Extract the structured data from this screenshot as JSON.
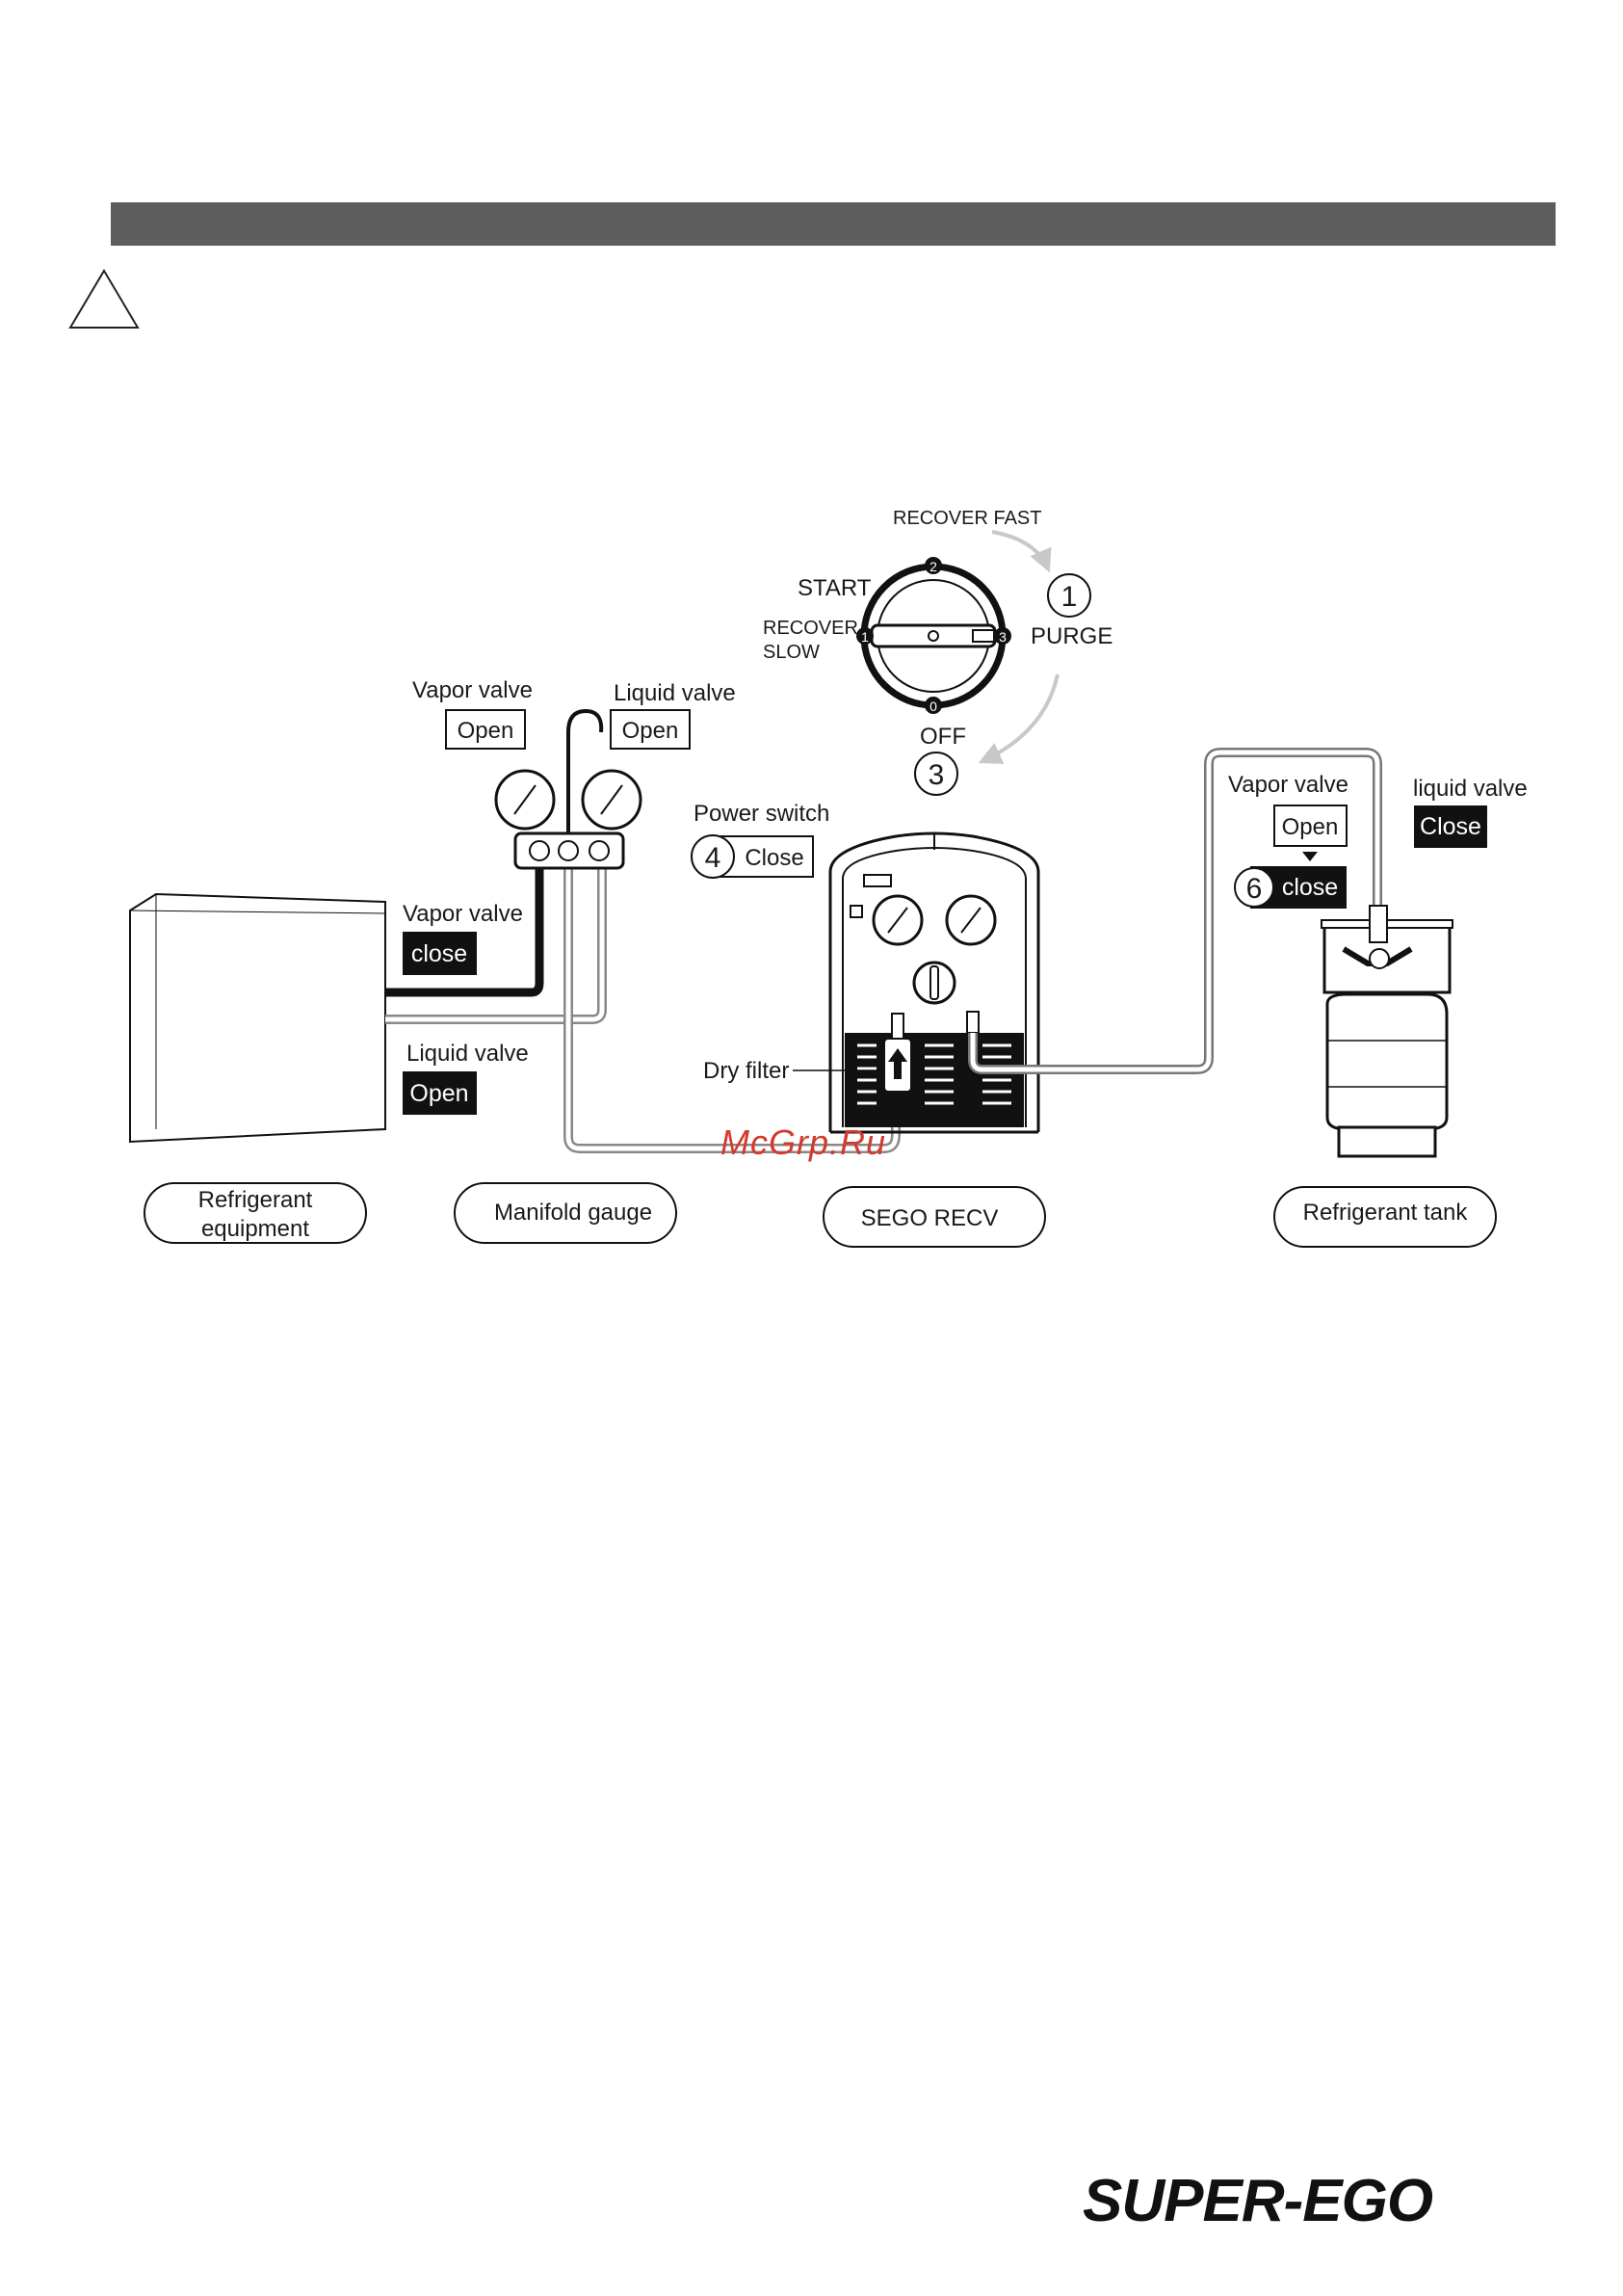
{
  "dial": {
    "recover_fast": "RECOVER FAST",
    "start": "START",
    "recover_slow_1": "RECOVER",
    "recover_slow_2": "SLOW",
    "purge": "PURGE",
    "off": "OFF",
    "pos_0": "0",
    "pos_1": "1",
    "pos_2": "2",
    "pos_3": "3",
    "step_1": "1",
    "step_3": "3"
  },
  "manifold": {
    "vapor_valve_label": "Vapor valve",
    "vapor_valve_state": "Open",
    "liquid_valve_label": "Liquid valve",
    "liquid_valve_state": "Open"
  },
  "equipment_hoses": {
    "vapor_valve_label": "Vapor valve",
    "vapor_valve_state": "close",
    "liquid_valve_label": "Liquid valve",
    "liquid_valve_state": "Open"
  },
  "power": {
    "label": "Power switch",
    "step": "4",
    "state": "Close"
  },
  "tank": {
    "vapor_valve_label": "Vapor valve",
    "vapor_valve_state": "Open",
    "vapor_valve_step": "6",
    "vapor_valve_new_state": "close",
    "liquid_valve_label": "liquid valve",
    "liquid_valve_state": "Close"
  },
  "dry_filter_label": "Dry filter",
  "captions": {
    "refrigerant_equipment_1": "Refrigerant",
    "refrigerant_equipment_2": "equipment",
    "manifold_gauge": "Manifold gauge",
    "sego_recv": "SEGO RECV",
    "refrigerant_tank": "Refrigerant tank"
  },
  "watermark": "McGrp.Ru",
  "logo": "SUPER-EGO"
}
